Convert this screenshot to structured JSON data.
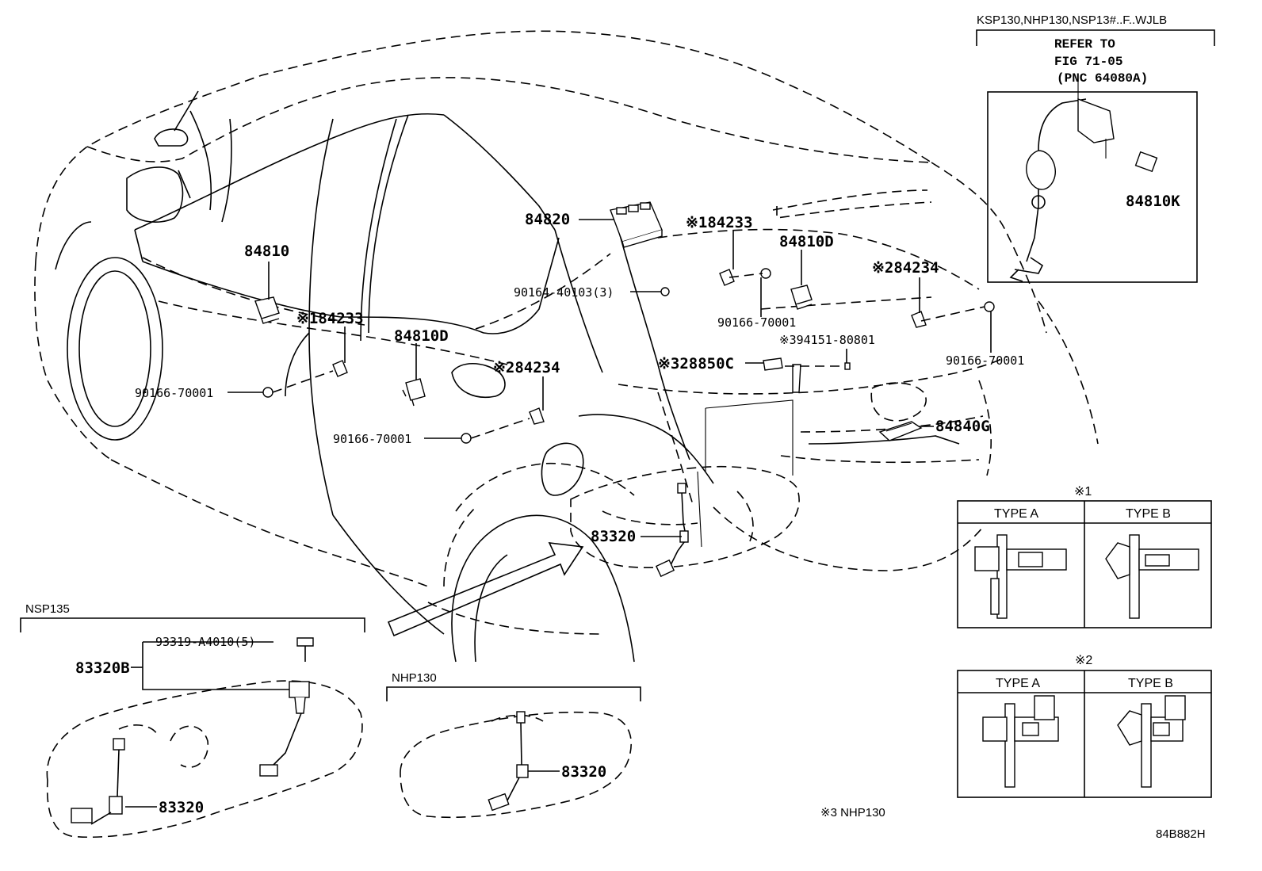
{
  "headers": {
    "top_right_models": "KSP130,NHP130,NSP13#..F..WJLB",
    "nsp135": "NSP135",
    "nhp130": "NHP130",
    "note3": "※3 NHP130",
    "figure_code": "84B882H"
  },
  "refer": {
    "line1": "REFER TO",
    "line2": "FIG 71-05",
    "line3": "(PNC 64080A)"
  },
  "labels": {
    "p84810K": "84810K",
    "p84820": "84820",
    "p84233_a": "※184233",
    "p84810D_a": "84810D",
    "p84234_a": "※284234",
    "p90164": "90164-40103(3)",
    "p84810": "84810",
    "p84233_b": "※184233",
    "p84810D_b": "84810D",
    "p84234_b": "※284234",
    "p90166_a": "90166-70001",
    "p90166_b": "90166-70001",
    "p90166_c": "90166-70001",
    "p90166_d": "90166-70001",
    "p94151": "※394151-80801",
    "p28850C": "※328850C",
    "p84840G": "84840G",
    "p83320_main": "83320",
    "p93319": "93319-A4010(5)",
    "p83320B": "83320B",
    "p83320_nsp": "83320",
    "p83320_nhp": "83320"
  },
  "type_box_1": {
    "title": "※1",
    "type_a": "TYPE A",
    "type_b": "TYPE B"
  },
  "type_box_2": {
    "title": "※2",
    "type_a": "TYPE A",
    "type_b": "TYPE B"
  }
}
